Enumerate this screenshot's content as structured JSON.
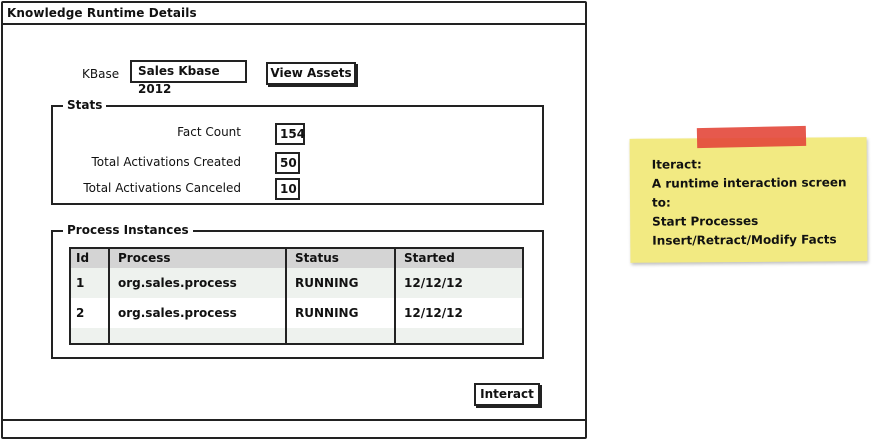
{
  "window": {
    "title": "Knowledge Runtime Details"
  },
  "kbase": {
    "label": "KBase",
    "selected": "Sales Kbase 2012",
    "view_assets_label": "View Assets"
  },
  "stats": {
    "legend": "Stats",
    "fact_count_label": "Fact Count",
    "fact_count_value": "154",
    "activations_created_label": "Total Activations Created",
    "activations_created_value": "50",
    "activations_canceled_label": "Total Activations Canceled",
    "activations_canceled_value": "10"
  },
  "process_instances": {
    "legend": "Process Instances",
    "columns": [
      "Id",
      "Process",
      "Status",
      "Started"
    ],
    "rows": [
      {
        "id": "1",
        "process": "org.sales.process",
        "status": "RUNNING",
        "started": "12/12/12"
      },
      {
        "id": "2",
        "process": "org.sales.process",
        "status": "RUNNING",
        "started": "12/12/12"
      }
    ]
  },
  "actions": {
    "interact_label": "Interact"
  },
  "note": {
    "lines": [
      "Iteract:",
      "A runtime interaction screen to:",
      "Start Processes",
      "Insert/Retract/Modify Facts"
    ],
    "note_color": "#f2ea82",
    "tape_color": "#e3473a"
  }
}
